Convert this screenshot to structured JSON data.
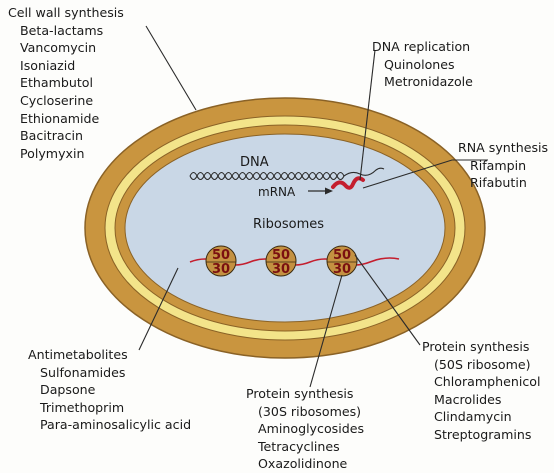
{
  "colors": {
    "outer_wall": "#c9953f",
    "cream_layer": "#f3e48a",
    "cytoplasm": "#c9d7e6",
    "ribosome_fill": "#c49141",
    "mrna": "#c41e2e",
    "line": "#2b2b2b"
  },
  "cell_labels": {
    "dna": "DNA",
    "mrna": "mRNA",
    "ribosomes": "Ribosomes"
  },
  "ribosomes": [
    {
      "large": "50",
      "small": "30"
    },
    {
      "large": "50",
      "small": "30"
    },
    {
      "large": "50",
      "small": "30"
    }
  ],
  "groups": {
    "cell_wall": {
      "title": "Cell wall synthesis",
      "drugs": [
        "Beta-lactams",
        "Vancomycin",
        "Isoniazid",
        "Ethambutol",
        "Cycloserine",
        "Ethionamide",
        "Bacitracin",
        "Polymyxin"
      ]
    },
    "dna": {
      "title": "DNA replication",
      "drugs": [
        "Quinolones",
        "Metronidazole"
      ]
    },
    "rna": {
      "title": "RNA synthesis",
      "drugs": [
        "Rifampin",
        "Rifabutin"
      ]
    },
    "antimetabolites": {
      "title": "Antimetabolites",
      "drugs": [
        "Sulfonamides",
        "Dapsone",
        "Trimethoprim",
        "Para-aminosalicylic acid"
      ]
    },
    "protein30": {
      "title": "Protein synthesis",
      "subtitle": "(30S ribosomes)",
      "drugs": [
        "Aminoglycosides",
        "Tetracyclines",
        "Oxazolidinone"
      ]
    },
    "protein50": {
      "title": "Protein synthesis",
      "subtitle": "(50S ribosome)",
      "drugs": [
        "Chloramphenicol",
        "Macrolides",
        "Clindamycin",
        "Streptogramins"
      ]
    }
  }
}
